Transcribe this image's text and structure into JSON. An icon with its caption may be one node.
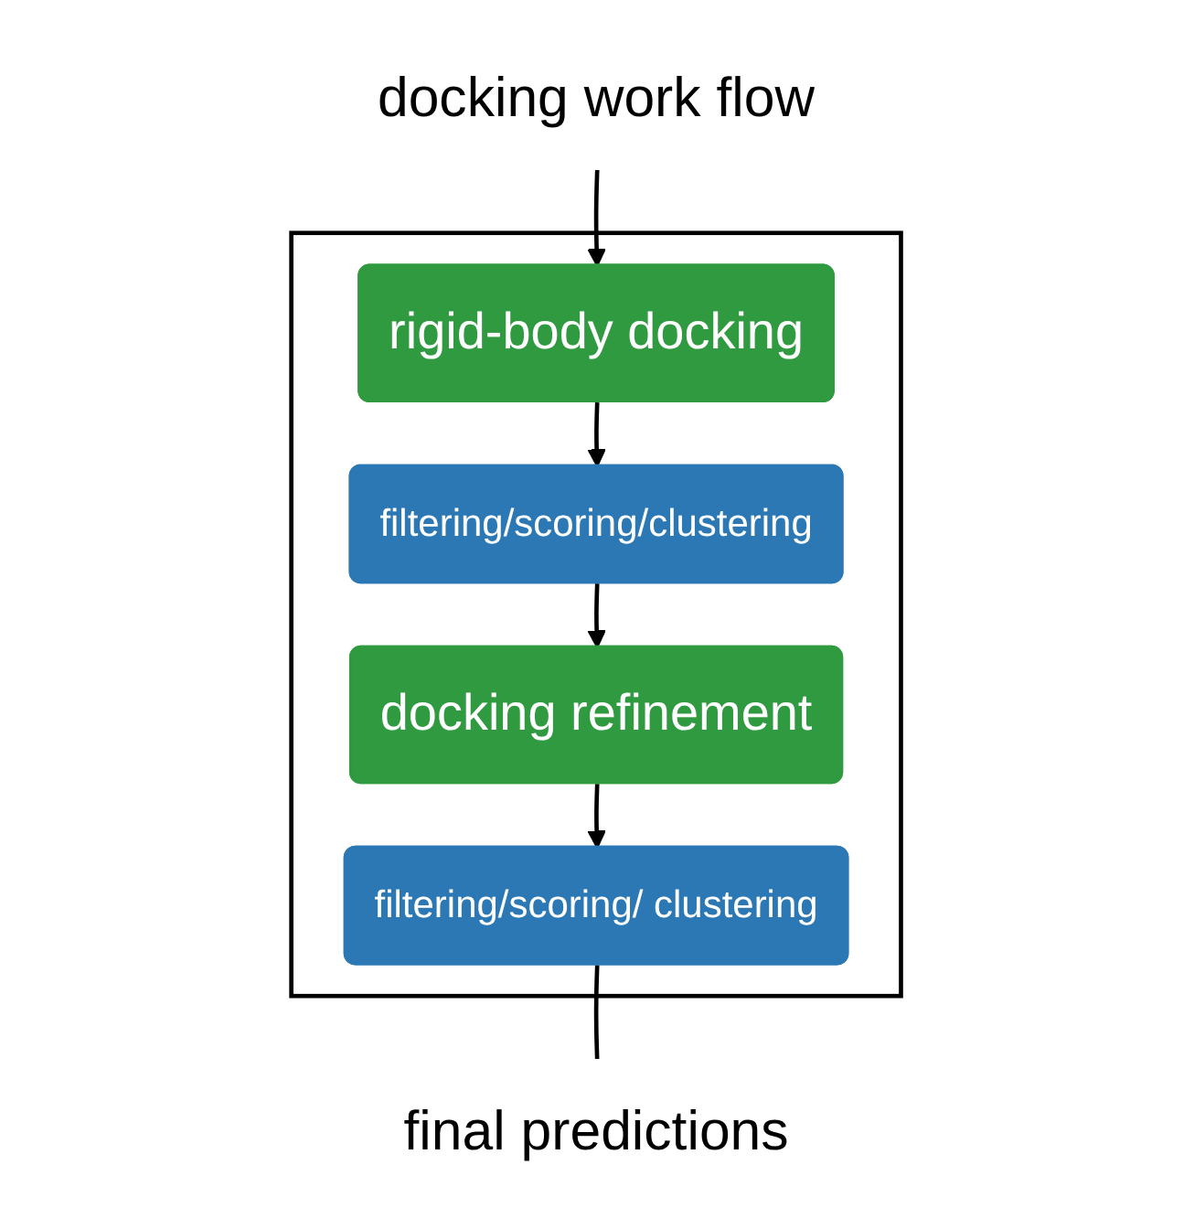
{
  "diagram": {
    "nodes": [
      {
        "text": [
          "docking work flow"
        ]
      },
      {
        "text": [],
        "shape": "triangle"
      },
      {
        "text": [
          "rigid-body docking"
        ],
        "in": 1
      },
      {
        "text": [
          "filtering/scoring/clustering"
        ],
        "in": 1
      },
      {
        "text": [
          "docking refinement"
        ],
        "in": 1
      },
      {
        "text": [
          "filtering/scoring/ clustering"
        ],
        "in": 1
      },
      {
        "text": [
          "final predictions"
        ]
      }
    ],
    "edges": [
      {
        "from": 0,
        "to": 2,
        "arrow": "to"
      },
      {
        "from": 2,
        "to": 3,
        "arrow": "to"
      },
      {
        "from": 3,
        "to": 4,
        "arrow": "to"
      },
      {
        "from": 4,
        "to": 5,
        "arrow": "to"
      },
      {
        "from": 5,
        "to": 6,
        "arrow": "none"
      }
    ]
  }
}
